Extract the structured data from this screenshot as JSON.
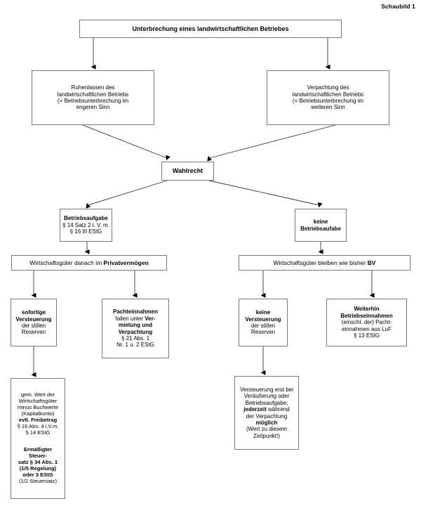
{
  "caption": "Schaubild 1",
  "chart_data": {
    "type": "diagram",
    "title": "Schaubild 1",
    "subtitle": "Unterbrechung eines landwirtschaftlichen Betriebes",
    "orientation": "top-down flowchart",
    "levels": 6,
    "nodes": [
      {
        "id": "unterbrechung",
        "level": 0,
        "label": "Unterbrechung eines landwirtschaftlichen Betriebes"
      },
      {
        "id": "ruhenlassen",
        "level": 1,
        "label": "Ruhenlassen des landwirtschaftlichen Betriebs (= Betriebsunterbrechung im engeren Sinn"
      },
      {
        "id": "verpachtung",
        "level": 1,
        "label": "Verpachtung des landwirtschaftlichen Betriebs (= Betriebsunterbrechung im weiteren Sinn"
      },
      {
        "id": "wahlrecht",
        "level": 2,
        "label": "Wahlrecht"
      },
      {
        "id": "betriebsaufgabe",
        "level": 3,
        "label": "Betriebsaufgabe § 14 Satz 2 i. V. m. § 16 III EStG"
      },
      {
        "id": "keine-betriebsaufgabe",
        "level": 3,
        "label": "keine Betriebsaufabe"
      },
      {
        "id": "privatvermoegen",
        "level": 4,
        "label": "Wirtschaftsgüter danach im Privatvermögen"
      },
      {
        "id": "bv",
        "level": 4,
        "label": "Wirtschaftsgüter bleiben wie bisher BV"
      },
      {
        "id": "sofortige",
        "level": 5,
        "label": "sofortige Versteuerung der stillen Reserven"
      },
      {
        "id": "pachteinnahmen",
        "level": 5,
        "label": "Pachteinnahmen fallen unter Vermietung und Verpachtung § 21 Abs. 1 Nr. 1 u. 2 EStG"
      },
      {
        "id": "keine-versteuerung",
        "level": 5,
        "label": "keine Versteuerung der stillen Reserven"
      },
      {
        "id": "weiterhin",
        "level": 5,
        "label": "Weiterhin Betriebseinnahmen (einschl. der) Pachteinnahmen aus LuF § 13 EStG"
      },
      {
        "id": "gem-wert",
        "level": 6,
        "label": "gem. Wert der Wirtschaftsgüter minus Buchwerte (Kapitalkonto) evtl. Freibetrag § 16 Abs. 4 i.V.m. § 14 EStG — Ermäßigter Steuersatz § 34 Abs. 1 (1/5 Regelung) oder 3 EStG (1/2 Steuersatz)"
      },
      {
        "id": "versteuerung-erst",
        "level": 6,
        "label": "Versteuerung erst bei Veräußerung oder Betriebsaufgabe; jederzeit während der Verpachtung möglich (Wert zu diesem Zeitpunkt!)"
      }
    ],
    "edges": [
      {
        "from": "unterbrechung",
        "to": "ruhenlassen"
      },
      {
        "from": "unterbrechung",
        "to": "verpachtung"
      },
      {
        "from": "ruhenlassen",
        "to": "wahlrecht"
      },
      {
        "from": "verpachtung",
        "to": "wahlrecht"
      },
      {
        "from": "wahlrecht",
        "to": "betriebsaufgabe"
      },
      {
        "from": "wahlrecht",
        "to": "keine-betriebsaufgabe"
      },
      {
        "from": "betriebsaufgabe",
        "to": "privatvermoegen"
      },
      {
        "from": "keine-betriebsaufgabe",
        "to": "bv"
      },
      {
        "from": "privatvermoegen",
        "to": "sofortige"
      },
      {
        "from": "privatvermoegen",
        "to": "pachteinnahmen"
      },
      {
        "from": "bv",
        "to": "keine-versteuerung"
      },
      {
        "from": "bv",
        "to": "weiterhin"
      },
      {
        "from": "sofortige",
        "to": "gem-wert"
      },
      {
        "from": "keine-versteuerung",
        "to": "versteuerung-erst"
      }
    ]
  },
  "nodes": {
    "unterbrechung": {
      "l1": "Unterbrechung eines landwirtschaftlichen Betriebes"
    },
    "ruhenlassen": {
      "l1": "Ruhenlassen des",
      "l2": "landwirtschaftlichen Betriebs",
      "l3": "(= Betriebsunterbrechung im",
      "l4": "engeren Sinn"
    },
    "verpachtung": {
      "l1": "Verpachtung des",
      "l2": "landwirtschaftlichen Betriebs",
      "l3": "(= Betriebsunterbrechung im",
      "l4": "weiteren Sinn"
    },
    "wahlrecht": {
      "l1": "Wahlrecht"
    },
    "betriebsaufgabe": {
      "l1": "Betriebsaufgabe",
      "l2": "§ 14 Satz 2 i. V. m.",
      "l3": "§ 16 III EStG"
    },
    "keine_betriebsaufgabe": {
      "l1": "keine",
      "l2": "Betriebsaufabe"
    },
    "privatvermoegen": {
      "l1": "Wirtschaftsgüter danach im ",
      "l2": "Privatvermögen"
    },
    "bv": {
      "l1": "Wirtschaftsgüter bleiben wie bisher ",
      "l2": "BV"
    },
    "sofortige": {
      "l1": "sofortige",
      "l2": "Versteuerung",
      "l3": "der stillen",
      "l4": "Reserven"
    },
    "pachteinnahmen": {
      "l1": "Pachteinnahmen",
      "l2": "fallen unter ",
      "l2b": "Ver-",
      "l3": "mietung und",
      "l4": "Verpachtung",
      "l5": "§ 21 Abs. 1",
      "l6": "Nr. 1 u. 2 EStG"
    },
    "keine_versteuerung": {
      "l1": "keine",
      "l2": "Versteuerung",
      "l3": "der stillen",
      "l4": "Reserven"
    },
    "weiterhin": {
      "l1": "Weiterhin",
      "l2": "Betriebseinnahmen",
      "l3": "(einschl. der) Pacht-",
      "l4": "einnahmen aus LuF",
      "l5": "§ 13 EStG"
    },
    "gem_wert": {
      "l1": "gem. Wert der",
      "l2": "Wirtschaftsgüter",
      "l3": "minus Buchwerte",
      "l4": "(Kapitalkonto)",
      "l5": "evtl. Freibetrag",
      "l6": "§ 16 Abs. 4 i.V.m.",
      "l7": "§ 14 EStG",
      "l8": "Ermäßigter",
      "l9": "Steuer-",
      "l10": "satz § 34 Abs. 1",
      "l11": "(1/5 Regelung)",
      "l12": "oder 3 EStG",
      "l13": "(1/2 Steuersatz)"
    },
    "versteuerung_erst": {
      "l1": "Versteuerung erst bei",
      "l2": "Veräußerung oder",
      "l3": "Betriebsaufgabe;",
      "l4": "jederzeit",
      "l4b": " während",
      "l5": "der Verpachtung",
      "l6": "möglich",
      "l7": "(Wert zu diesem",
      "l8": "Zeitpunkt!)"
    }
  }
}
